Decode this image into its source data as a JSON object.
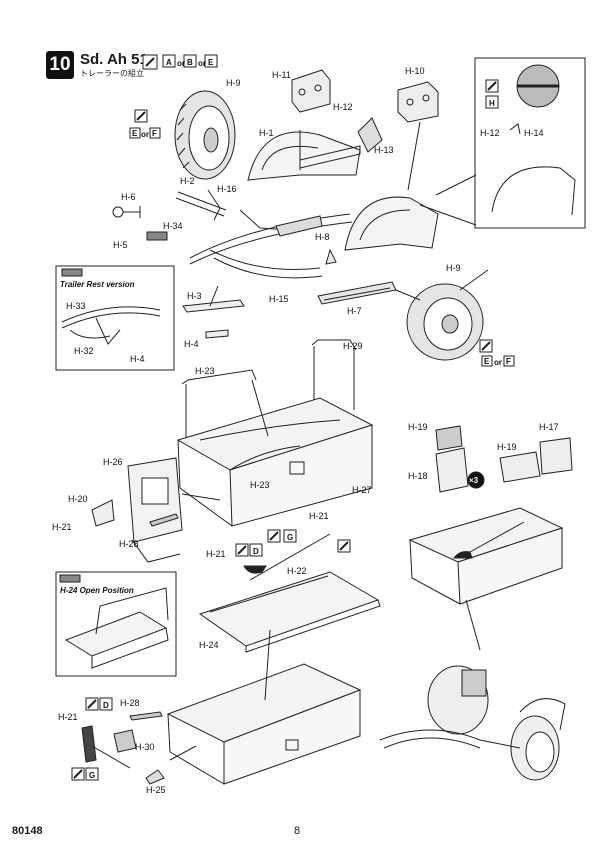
{
  "header": {
    "step": "10",
    "title": "Sd. Ah 51",
    "subtitle": "トレーラーの組立",
    "paint_codes": [
      "A",
      "B",
      "E"
    ],
    "paint_joiners": [
      "or",
      "or"
    ]
  },
  "footer": {
    "product_code": "80148",
    "page_number": "8"
  },
  "insets": {
    "trailer_rest": "Trailer Rest version",
    "open_position": "H-24 Open Position"
  },
  "paint": {
    "tyre_top": [
      "E",
      "or",
      "F"
    ],
    "tyre_bottom": [
      "E",
      "or",
      "F"
    ],
    "inset_h": "H",
    "shovel_d": "D",
    "shovel_g": "G",
    "h28_d": "D",
    "h21_g": "G"
  },
  "multiplier": "×3",
  "parts": {
    "h9_top": "H-9",
    "h11": "H-11",
    "h10": "H-10",
    "h12": "H-12",
    "h13": "H-13",
    "h1": "H-1",
    "h2": "H-2",
    "h16": "H-16",
    "h6": "H-6",
    "h34": "H-34",
    "h5": "H-5",
    "h8": "H-8",
    "h15": "H-15",
    "h3": "H-3",
    "h4": "H-4",
    "h7": "H-7",
    "h9_bottom": "H-9",
    "h12_inset": "H-12",
    "h14": "H-14",
    "h33": "H-33",
    "h32": "H-32",
    "h4_inset": "H-4",
    "h29": "H-29",
    "h23_top": "H-23",
    "h26": "H-26",
    "h23_mid": "H-23",
    "h27": "H-27",
    "h20": "H-20",
    "h21_a": "H-21",
    "h28_a": "H-28",
    "h19_a": "H-19",
    "h18": "H-18",
    "h19_b": "H-19",
    "h17": "H-17",
    "h21_b": "H-21",
    "h21_c": "H-21",
    "h22": "H-22",
    "h24": "H-24",
    "h21_d": "H-21",
    "h28_b": "H-28",
    "h30": "H-30",
    "h25": "H-25"
  }
}
